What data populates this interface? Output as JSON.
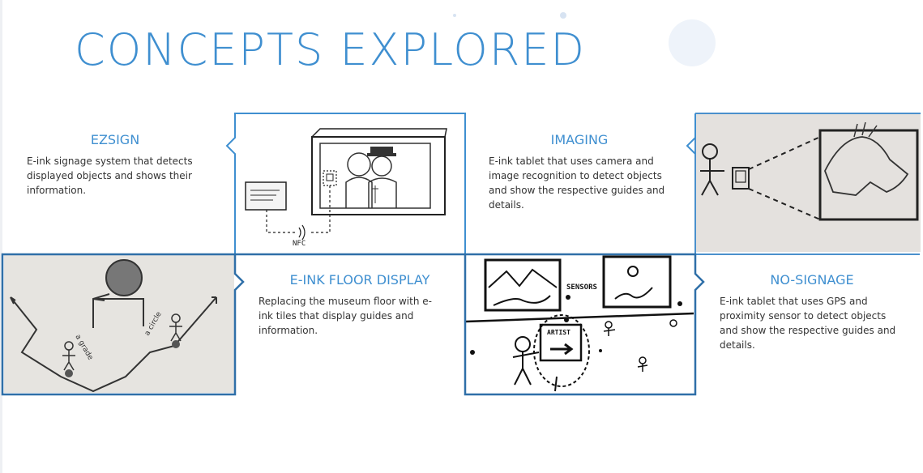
{
  "title": "CONCEPTS EXPLORED",
  "colors": {
    "accent": "#3f8fd0",
    "frame_light": "#4a90cc",
    "frame_dark": "#2f6fa8",
    "body_text": "#333333"
  },
  "concepts": [
    {
      "heading": "EZSIGN",
      "description": "E-ink signage system that detects displayed objects and shows their information."
    },
    {
      "heading": "IMAGING",
      "description": "E-ink tablet that uses camera and image recognition to detect objects and show the respective guides and details."
    },
    {
      "heading": "E-INK FLOOR DISPLAY",
      "description": "Replacing the museum floor with e-ink tiles that display guides and information."
    },
    {
      "heading": "NO-SIGNAGE",
      "description": "E-ink tablet that uses GPS and proximity sensor to detect objects and show the respective guides and details."
    }
  ],
  "sketch_labels": {
    "nfc": "NFC",
    "sensors": "SENSORS",
    "artist": "ARTIST",
    "floor_left": "a grade",
    "floor_right": "a circle"
  }
}
